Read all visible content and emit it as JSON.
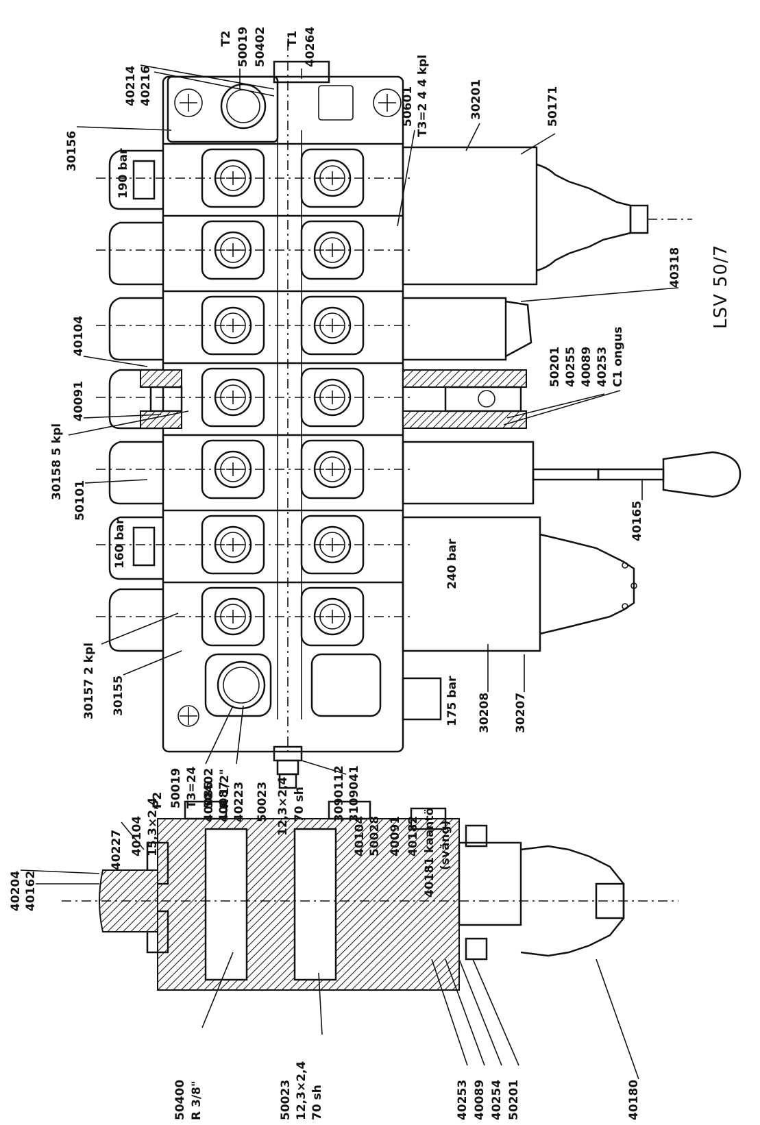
{
  "title": "LSV 50/7",
  "labels": {
    "t2": "T2",
    "t2_code_a": "50019",
    "t2_code_b": "50402",
    "t1": "T1",
    "t1_code": "40264",
    "c_40216": "40216",
    "c_40214": "40214",
    "c_30156": "30156",
    "c_190bar": "190 bar",
    "c_40104": "40104",
    "c_40091": "40091",
    "c_30158": "30158 5 kpl",
    "c_50101": "50101",
    "c_160bar": "160 bar",
    "c_30157": "30157 2 kpl",
    "c_30155": "30155",
    "c_50601": "50601",
    "c_50601_sub": "T3=2 4 4 kpl",
    "c_30201": "30201",
    "c_50171": "50171",
    "c_40318": "40318",
    "c_50201": "50201",
    "c_40255": "40255",
    "c_40089": "40089",
    "c_40253": "40253",
    "c_c1": "C1 ongus",
    "c_240bar": "240 bar",
    "c_40165": "40165",
    "c_175bar": "175 bar",
    "c_30208": "30208",
    "c_30207": "30207",
    "p2": "P2",
    "p2_a": "50019",
    "p2_b": "T3=24",
    "p2_c": "50402",
    "p2_d": "R 1/2\"",
    "c_3090112": "3090112",
    "c_3109041": "3109041",
    "s_40204": "40204",
    "s_40162": "40162",
    "s_40227": "40227",
    "s_40104": "40104",
    "s_15_3": "15,3×2,4",
    "s_40086": "40086",
    "s_40087": "40087",
    "s_40223": "40223",
    "s_50023": "50023",
    "s_12_3": "12,3×2,4",
    "s_70sh": "70 sh",
    "s_40104b": "40104",
    "s_50028": "50028",
    "s_40091": "40091",
    "s_40182": "40182",
    "s_40181": "40181 kaantö",
    "s_svang": "(sväng)",
    "s_50400": "50400",
    "s_r38": "R 3/8\"",
    "s_50023b": "50023",
    "s_12_3b": "12,3×2,4",
    "s_70shb": "70 sh",
    "s_40253": "40253",
    "s_40089": "40089",
    "s_40254": "40254",
    "s_50201": "50201",
    "s_40180": "40180"
  }
}
